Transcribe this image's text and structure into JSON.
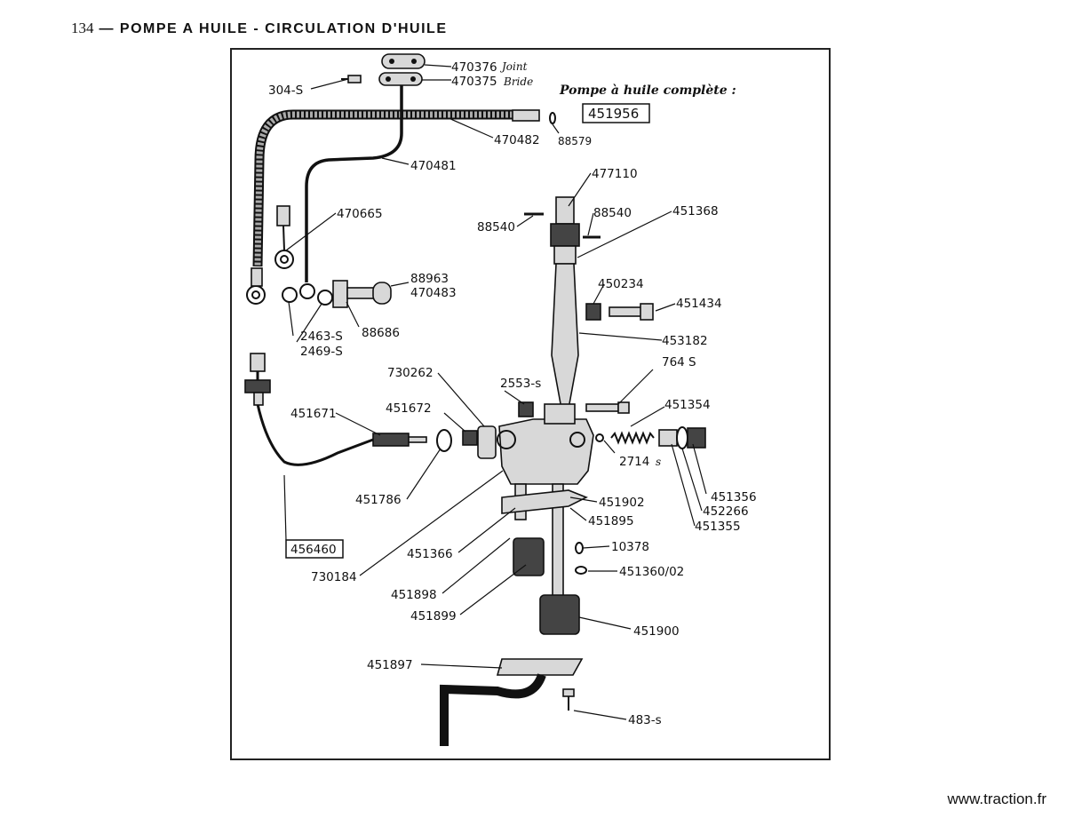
{
  "header": {
    "page_number": "134",
    "title": "— POMPE A HUILE - CIRCULATION D'HUILE"
  },
  "assembly": {
    "title": "Pompe à huile complète :",
    "number": "451956"
  },
  "boxed_part": "456460",
  "labels": {
    "p470376": "470376",
    "joint": "Joint",
    "p470375": "470375",
    "bride": "Bride",
    "p304s": "304-S",
    "p470482": "470482",
    "p88579": "88579",
    "p470481": "470481",
    "p477110": "477110",
    "p88540a": "88540",
    "p88540b": "88540",
    "p451368": "451368",
    "p470665": "470665",
    "p88963": "88963",
    "p470483": "470483",
    "p450234": "450234",
    "p451434": "451434",
    "p2463s": "2463-S",
    "p88686": "88686",
    "p2469s": "2469-S",
    "p453182": "453182",
    "p764s": "764 S",
    "p730262": "730262",
    "p2553s": "2553-s",
    "p451672": "451672",
    "p451354": "451354",
    "p451671": "451671",
    "p2714": "2714",
    "p2714s": "s",
    "p451356": "451356",
    "p452266": "452266",
    "p451355": "451355",
    "p451786": "451786",
    "p451902": "451902",
    "p451895": "451895",
    "p10378": "10378",
    "p451366": "451366",
    "p451360": "451360/02",
    "p730184": "730184",
    "p451898": "451898",
    "p451899": "451899",
    "p451900": "451900",
    "p451897": "451897",
    "p483s": "483-s"
  },
  "footer": {
    "website": "www.traction.fr"
  }
}
